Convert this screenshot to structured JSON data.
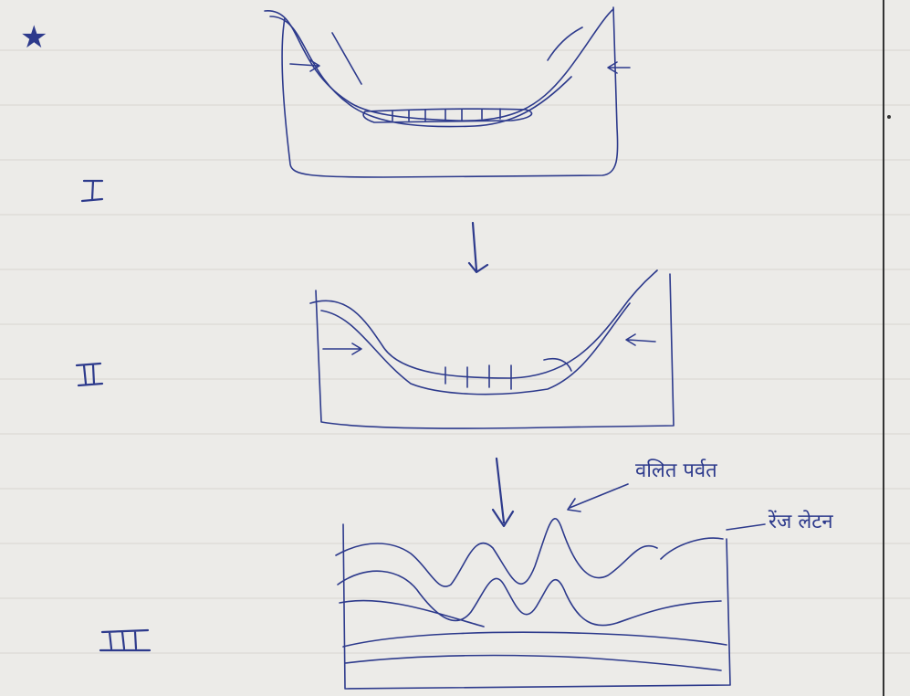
{
  "colors": {
    "paper": "#ecebe8",
    "ink": "#2d3a8c",
    "margin_line": "#333333"
  },
  "stages": [
    {
      "numeral": "I"
    },
    {
      "numeral": "II"
    },
    {
      "numeral": "III"
    }
  ],
  "annotations": {
    "folded_mountain": "वलित पर्वत",
    "fold_tip": "रेंज लेटन"
  },
  "symbols": {
    "star": "★"
  }
}
